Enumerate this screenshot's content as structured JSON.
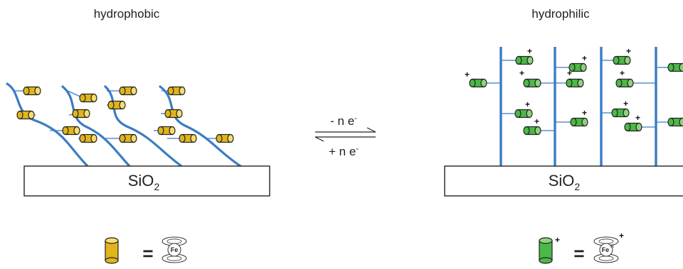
{
  "left_panel": {
    "title": "hydrophobic",
    "substrate": "SiO",
    "substrate_subscript": "2",
    "legend_equals": "="
  },
  "right_panel": {
    "title": "hydrophilic",
    "substrate": "SiO",
    "substrate_subscript": "2",
    "legend_equals": "=",
    "legend_charge": "+",
    "legend_fe_oxidation": "III"
  },
  "reaction": {
    "forward": "- n e",
    "forward_superscript": "-",
    "backward": "+ n e",
    "backward_superscript": "-"
  },
  "ferrocene_symbol": "Fe",
  "colors": {
    "reduced_unit": "#e0b51c",
    "oxidized_unit": "#4cb848",
    "chain": "#3b7cc4"
  }
}
